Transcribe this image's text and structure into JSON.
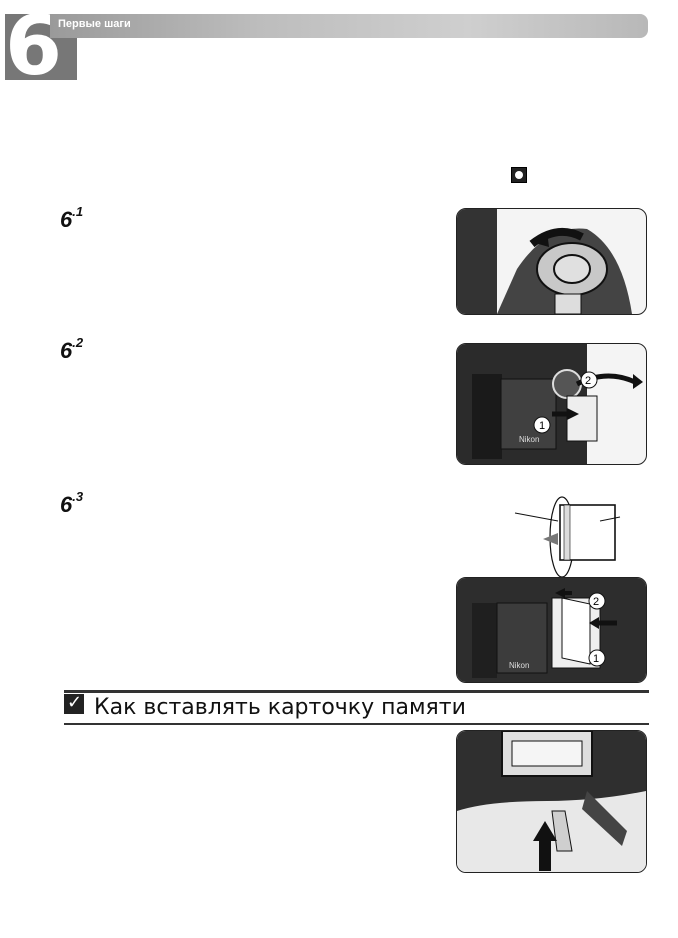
{
  "header": {
    "chapter_number": "6",
    "section_title": "Первые шаги"
  },
  "steps": [
    {
      "base": "6",
      "sup": ".1"
    },
    {
      "base": "6",
      "sup": ".2"
    },
    {
      "base": "6",
      "sup": ".3"
    }
  ],
  "tip": {
    "title": "Как вставлять карточку памяти",
    "icon": "checkmark-icon"
  },
  "photos": [
    {
      "icon": "camera-mode-dial",
      "labels": []
    },
    {
      "icon": "camera-back-card-slot",
      "labels": [
        "2",
        "1"
      ]
    },
    {
      "icon": "camera-insert-card",
      "labels": [
        "2",
        "1"
      ]
    },
    {
      "icon": "camera-card-eject",
      "labels": []
    }
  ],
  "nikon_icon": "nikon-icon"
}
